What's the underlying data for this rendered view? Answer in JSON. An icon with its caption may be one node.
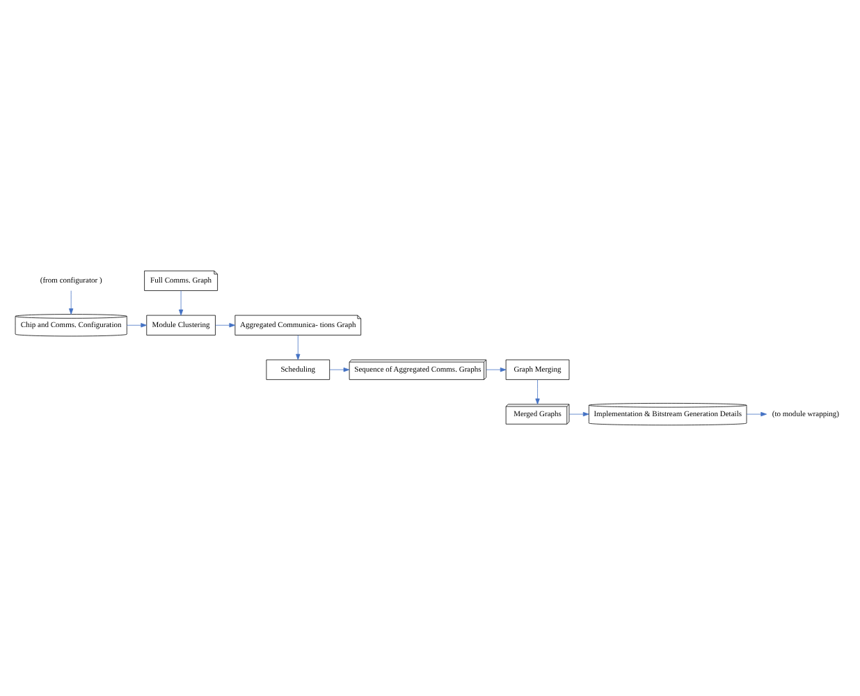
{
  "diagram": {
    "nodes": [
      {
        "text": [
          "(from configurator )"
        ]
      },
      {
        "text": [
          "Full Comms. Graph"
        ]
      },
      {
        "text": [
          "Chip and Comms. Configuration"
        ]
      },
      {
        "text": [
          "Module Clustering"
        ]
      },
      {
        "text": [
          "Aggregated Communica- tions Graph"
        ]
      },
      {
        "text": [
          "Sequence of Aggregated Comms. Graphs"
        ]
      },
      {
        "text": [
          "Graph Merging"
        ]
      },
      {
        "text": [
          "Scheduling"
        ]
      },
      {
        "text": [
          "Merged Graphs"
        ]
      },
      {
        "text": [
          "Implementation & Bitstream Generation Details"
        ]
      },
      {
        "text": [
          "(to module wrapping)"
        ]
      }
    ],
    "edges": [
      {
        "from": 0,
        "to": 2,
        "arrow": "to"
      },
      {
        "from": 1,
        "to": 3,
        "arrow": "to"
      },
      {
        "from": 2,
        "to": 3,
        "arrow": "to"
      },
      {
        "from": 3,
        "to": 4,
        "arrow": "to"
      },
      {
        "from": 4,
        "to": 7,
        "arrow": "to"
      },
      {
        "from": 7,
        "to": 5,
        "arrow": "to"
      },
      {
        "from": 5,
        "to": 6,
        "arrow": "to"
      },
      {
        "from": 6,
        "to": 8,
        "arrow": "to"
      },
      {
        "from": 8,
        "to": 9,
        "arrow": "to"
      },
      {
        "from": 9,
        "to": 10,
        "arrow": "to"
      }
    ]
  }
}
